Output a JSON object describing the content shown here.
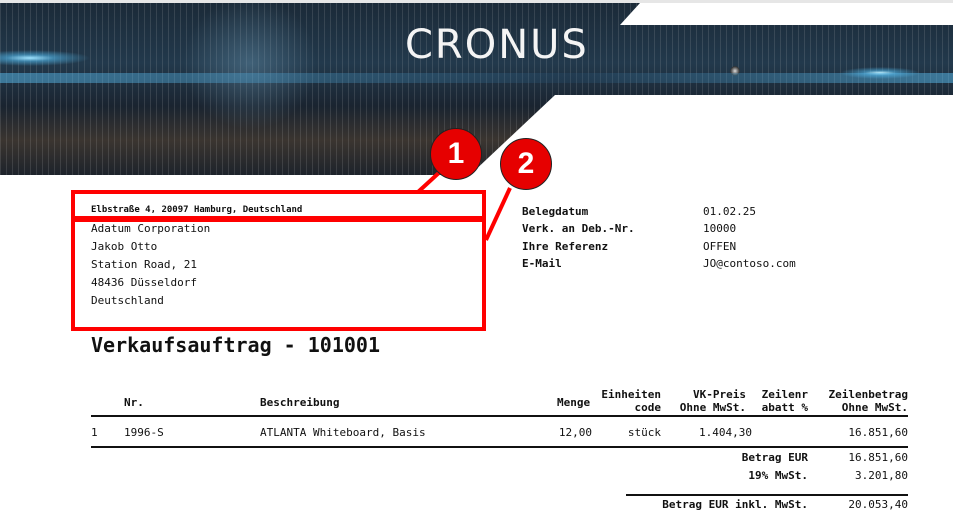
{
  "header": {
    "logo_text": "CRONUS"
  },
  "sender_address": "Elbstraße 4, 20097 Hamburg, Deutschland",
  "recipient": [
    "Adatum Corporation",
    "Jakob Otto",
    "Station Road, 21",
    "48436 Düsseldorf",
    "Deutschland"
  ],
  "info": [
    {
      "label": "Belegdatum",
      "value": "01.02.25"
    },
    {
      "label": "Verk. an Deb.-Nr.",
      "value": "10000"
    },
    {
      "label": "Ihre Referenz",
      "value": "OFFEN"
    },
    {
      "label": "E-Mail",
      "value": "JO@contoso.com"
    }
  ],
  "title": "Verkaufsauftrag - 101001",
  "table": {
    "headers": {
      "nr": "Nr.",
      "desc": "Beschreibung",
      "qty": "Menge",
      "unit1": "Einheiten",
      "unit2": "code",
      "price1": "VK-Preis",
      "price2": "Ohne MwSt.",
      "disc1": "Zeilenr",
      "disc2": "abatt %",
      "amt1": "Zeilenbetrag",
      "amt2": "Ohne MwSt."
    },
    "rows": [
      {
        "line": "1",
        "nr": "1996-S",
        "desc": "ATLANTA Whiteboard, Basis",
        "qty": "12,00",
        "unit": "stück",
        "price": "1.404,30",
        "disc": "",
        "amount": "16.851,60"
      }
    ]
  },
  "totals": [
    {
      "label": "Betrag EUR",
      "value": "16.851,60"
    },
    {
      "label": "19% MwSt.",
      "value": "3.201,80"
    },
    {
      "label": "Betrag EUR inkl. MwSt.",
      "value": "20.053,40"
    }
  ],
  "annotations": {
    "badge1": "1",
    "badge2": "2",
    "color": "#ff0000"
  }
}
